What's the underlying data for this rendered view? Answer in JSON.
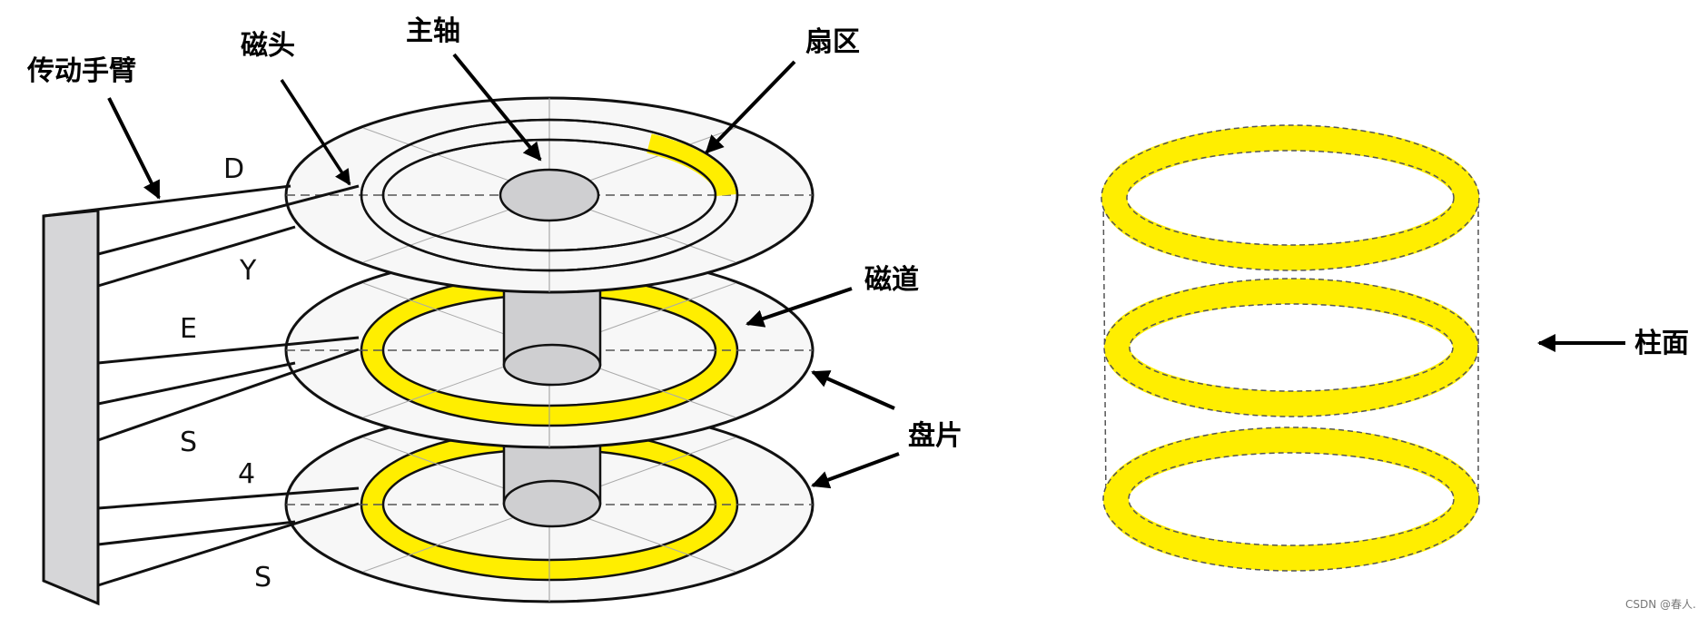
{
  "labels": {
    "arm": "传动手臂",
    "head": "磁头",
    "spindle": "主轴",
    "sector": "扇区",
    "track": "磁道",
    "platter": "盘片",
    "cylinder": "柱面"
  },
  "arm_letters": [
    "D",
    "Y",
    "E",
    "S",
    "4",
    "S"
  ],
  "watermark": "CSDN @春人.",
  "colors": {
    "highlight": "#ffee00",
    "spindle": "#cfcfd1",
    "arm_block": "#d6d6d8",
    "line": "#111111",
    "dashed": "#555555"
  }
}
